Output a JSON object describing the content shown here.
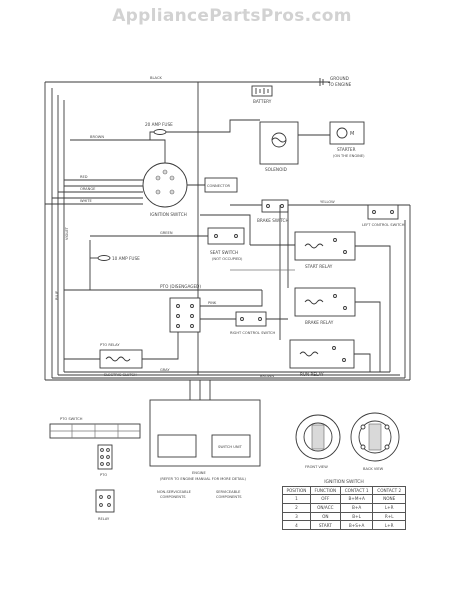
{
  "header": {
    "site": "AppliancePartsPros.com"
  },
  "labels": {
    "ground": "GROUND",
    "to_engine": "TO ENGINE",
    "battery": "BATTERY",
    "fuse_20a": "20 AMP FUSE",
    "solenoid": "SOLENOID",
    "starter": "STARTER",
    "on_engine": "(ON THE ENGINE)",
    "ignition_switch": "IGNITION SWITCH",
    "connector": "CONNECTOR",
    "brake_switch": "BRAKE SWITCH",
    "left_control_switch": "LEFT CONTROL SWITCH",
    "seat_switch": "SEAT SWITCH",
    "not_occupied": "(NOT OCCUPIED)",
    "fuse_10a": "10 AMP FUSE",
    "start_relay": "START RELAY",
    "pto_switch_disengaged": "PTO (DISENGAGED)",
    "brake_relay": "BRAKE RELAY",
    "right_control_switch": "RIGHT CONTROL SWITCH",
    "pto_relay": "PTO RELAY",
    "electric_clutch": "ELECTRIC CLUTCH",
    "run_relay": "RUN RELAY",
    "pto_switch": "PTO SWITCH",
    "engine_note": "ENGINE",
    "engine_manual": "(REFER TO ENGINE MANUAL FOR MORE DETAIL)",
    "non_serviceable": "NON-SERVICEABLE",
    "components": "COMPONENTS",
    "serviceable": "SERVICEABLE",
    "switch_unit": "SWITCH UNIT",
    "pto": "PTO",
    "relay": "RELAY",
    "front_view": "FRONT VIEW",
    "back_view": "BACK VIEW",
    "ignition_switch_table_title": "IGNITION SWITCH"
  },
  "wire_colors": {
    "black": "BLACK",
    "red": "RED",
    "brown": "BROWN",
    "orange": "ORANGE",
    "yellow": "YELLOW",
    "white": "WHITE",
    "green": "GREEN",
    "blue": "BLUE",
    "violet": "VIOLET",
    "pink": "PINK",
    "gray": "GRAY"
  },
  "ignition_table": {
    "headers": [
      "POSITION",
      "FUNCTION",
      "CONTACT 1",
      "CONTACT 2"
    ],
    "rows": [
      [
        "1",
        "OFF",
        "B+M+A",
        "NONE"
      ],
      [
        "2",
        "ON/ACC",
        "B+A",
        "L+R"
      ],
      [
        "3",
        "ON",
        "B+L",
        "R+L"
      ],
      [
        "4",
        "START",
        "B+S+A",
        "L+R"
      ]
    ]
  }
}
